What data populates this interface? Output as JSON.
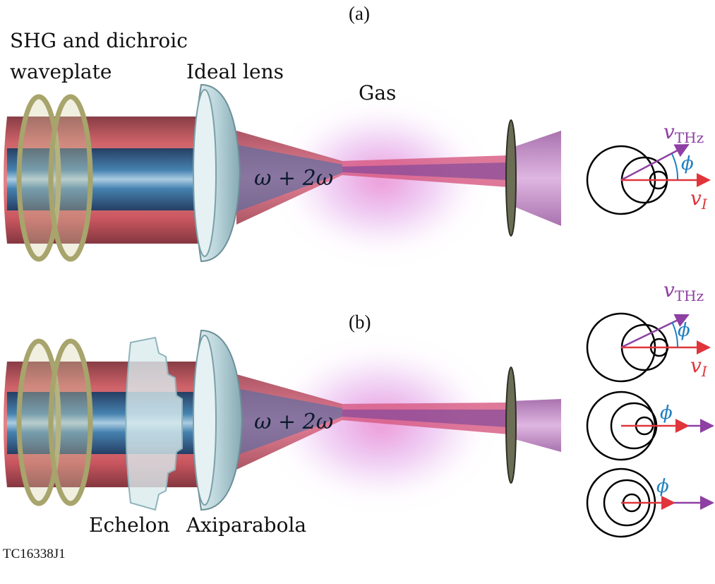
{
  "panels": {
    "a": {
      "label": "(a)"
    },
    "b": {
      "label": "(b)"
    }
  },
  "labels": {
    "shg_line1": "SHG and dichroic",
    "shg_line2": "waveplate",
    "ideal_lens": "Ideal lens",
    "gas": "Gas",
    "beam_a": "ω + 2ω",
    "beam_b": "ω + 2ω",
    "echelon": "Echelon",
    "axiparabola": "Axiparabola",
    "figure_code": "TC16338J1"
  },
  "vectors": {
    "thz": "v",
    "thz_sub": "THz",
    "ion": "v",
    "ion_sub": "I",
    "angle": "ϕ"
  },
  "colors": {
    "red_beam": "#c8464f",
    "blue_beam": "#2f6f9f",
    "purple": "#8e3fa3",
    "vector_red": "#e0353b",
    "angle_blue": "#1f7fbf",
    "optic_frame": "#b5b27a",
    "lens_glass": "#cfe3e8",
    "gas_cloud": "#d86ad8"
  }
}
